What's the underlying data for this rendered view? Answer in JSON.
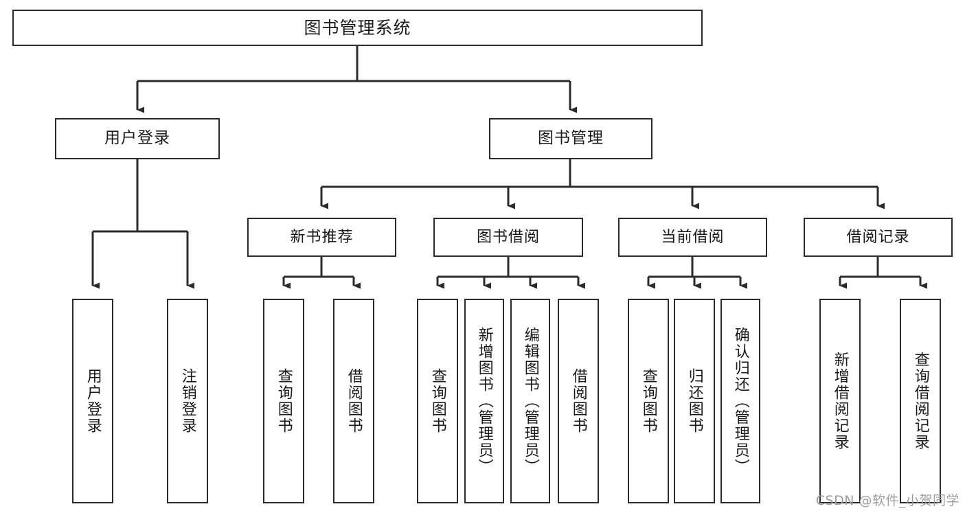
{
  "diagram": {
    "title": "图书管理系统",
    "type": "tree",
    "orientation": "top-down",
    "edge_color": "#2b2b2b",
    "node_border_color": "#2b2b2b",
    "node_fill_color": "#ffffff",
    "text_color": "#1a1a1a"
  },
  "nodes": {
    "root": {
      "label": "图书管理系统",
      "level": 1
    },
    "level2": [
      {
        "id": "user-login",
        "label": "用户登录"
      },
      {
        "id": "book-manage",
        "label": "图书管理"
      }
    ],
    "level3": [
      {
        "id": "new-book-recommend",
        "label": "新书推荐"
      },
      {
        "id": "book-borrow",
        "label": "图书借阅"
      },
      {
        "id": "current-borrow",
        "label": "当前借阅"
      },
      {
        "id": "borrow-record",
        "label": "借阅记录"
      }
    ],
    "leaves": {
      "user-login": [
        {
          "id": "leaf-user-login",
          "label": "用户登录"
        },
        {
          "id": "leaf-logout",
          "label": "注销登录"
        }
      ],
      "new-book-recommend": [
        {
          "id": "leaf-query-book-1",
          "label": "查询图书"
        },
        {
          "id": "leaf-borrow-book-1",
          "label": "借阅图书"
        }
      ],
      "book-borrow": [
        {
          "id": "leaf-query-book-2",
          "label": "查询图书"
        },
        {
          "id": "leaf-add-book",
          "label": "新增图书（管理员）"
        },
        {
          "id": "leaf-edit-book",
          "label": "编辑图书（管理员）"
        },
        {
          "id": "leaf-borrow-book-2",
          "label": "借阅图书"
        }
      ],
      "current-borrow": [
        {
          "id": "leaf-query-book-3",
          "label": "查询图书"
        },
        {
          "id": "leaf-return-book",
          "label": "归还图书"
        },
        {
          "id": "leaf-confirm-return",
          "label": "确认归还（管理员）"
        }
      ],
      "borrow-record": [
        {
          "id": "leaf-add-record",
          "label": "新增借阅记录"
        },
        {
          "id": "leaf-query-record",
          "label": "查询借阅记录"
        }
      ]
    }
  },
  "watermark": {
    "text": "CSDN @软件_小贺同学"
  }
}
